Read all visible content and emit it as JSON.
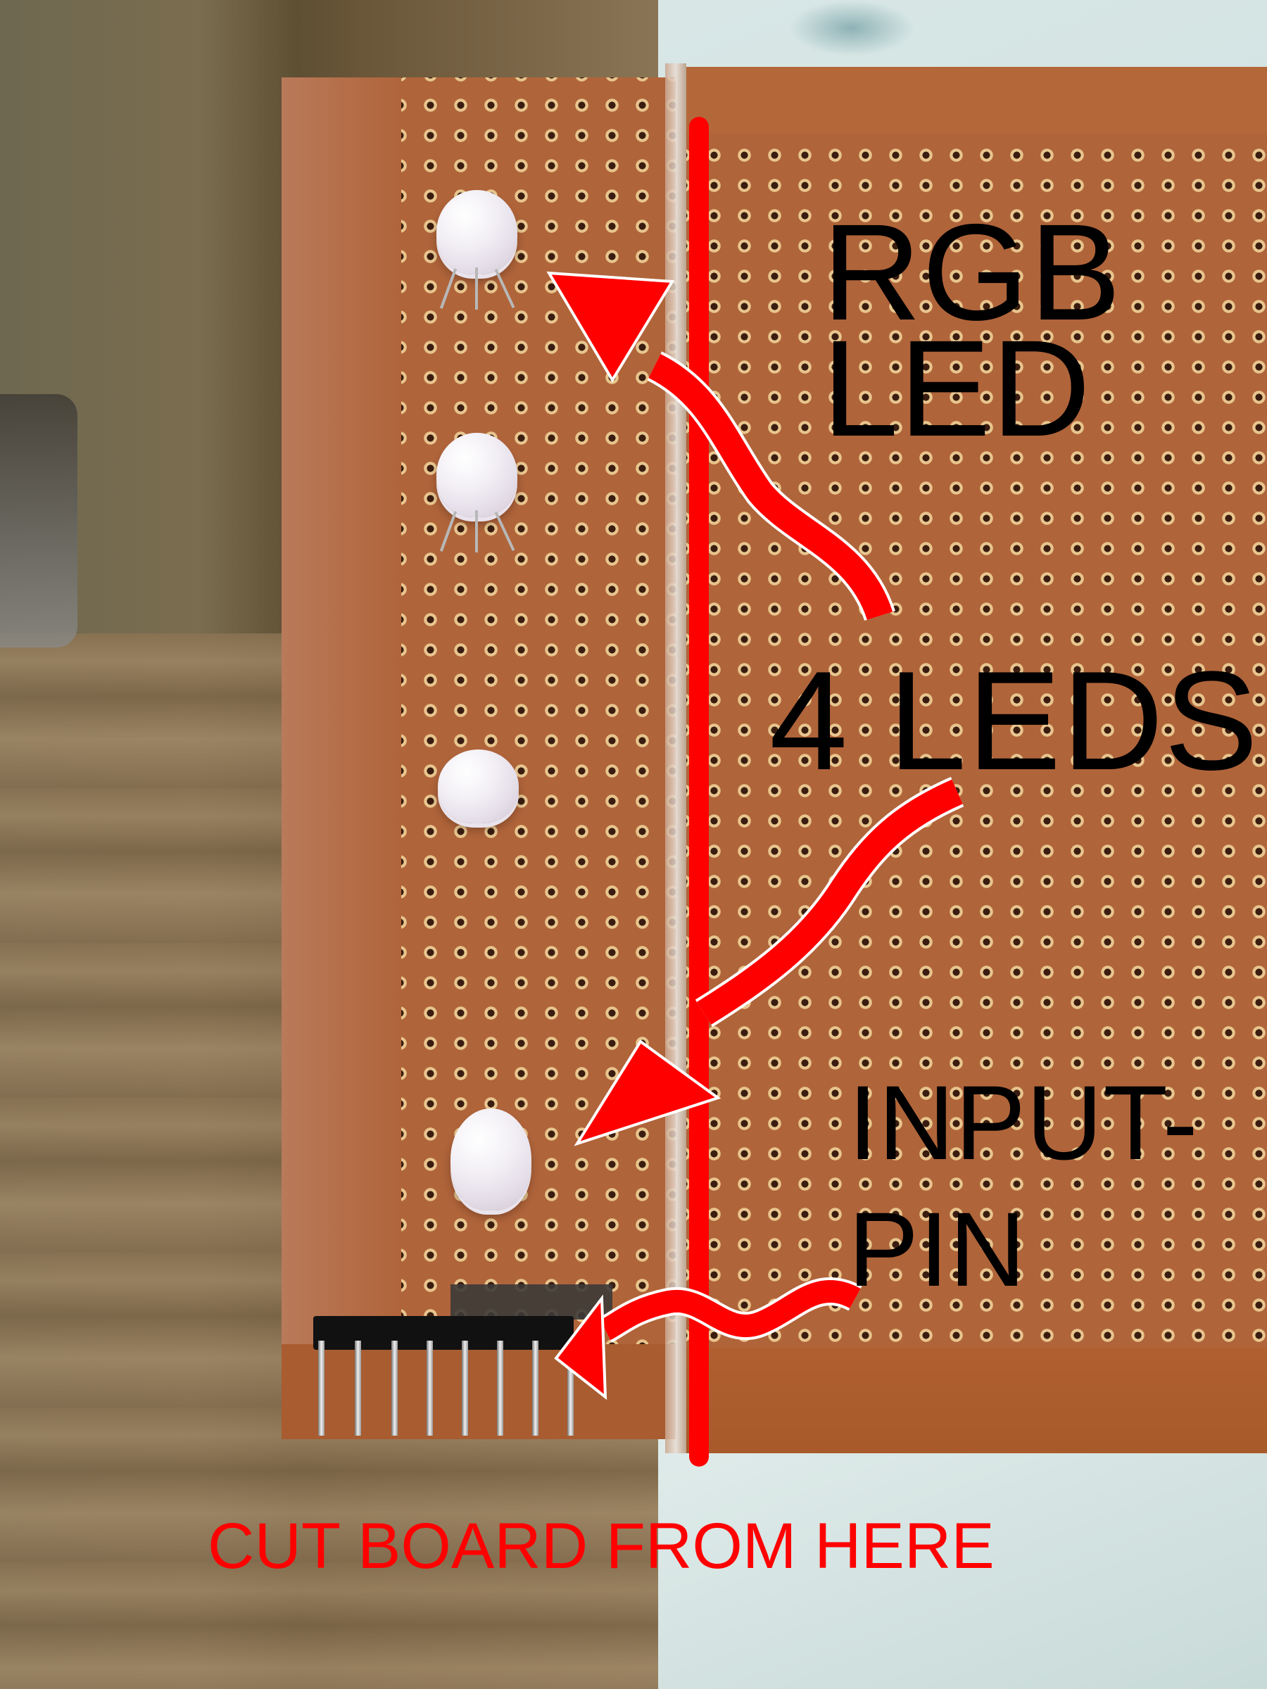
{
  "photo": {
    "subject": "perfboard with LEDs and pin header",
    "accent_color": "#ff0000",
    "label_color": "#000000"
  },
  "annotations": {
    "rgb_led": {
      "line1": "RGB",
      "line2": "LED"
    },
    "four_leds": {
      "text": "4 LEDS"
    },
    "input_pin": {
      "line1": "INPUT-",
      "line2": "PIN"
    },
    "cut_line": {
      "text": "CUT BOARD FROM HERE"
    }
  },
  "components": {
    "leds": [
      {
        "id": "led-1",
        "type": "RGB LED"
      },
      {
        "id": "led-2",
        "type": "LED"
      },
      {
        "id": "led-3",
        "type": "LED"
      },
      {
        "id": "led-4",
        "type": "LED"
      }
    ],
    "pin_header": {
      "pin_count": 8
    }
  }
}
